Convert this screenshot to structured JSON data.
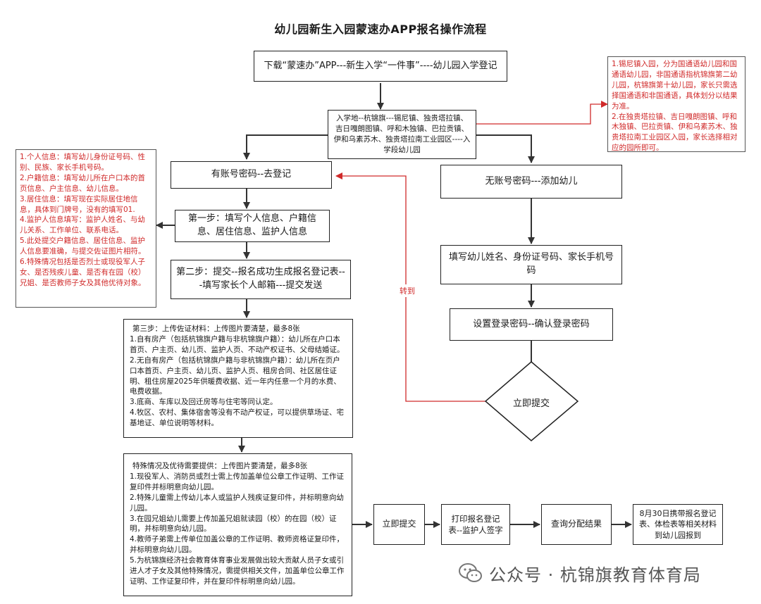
{
  "title": "幼儿园新生入园蒙速办APP报名操作流程",
  "nodes": {
    "download": "下载“蒙速办”APP---新生入学“一件事”----幼儿园入学登记",
    "enrollment_area": "入学地--杭锦旗---锡尼镇、独贵塔拉镇、吉日嘎朗图镇、呼和木独镇、巴拉贡镇、伊和乌素苏木、独贵塔拉南工业园区----入学段幼儿园",
    "has_account": "有账号密码--去登记",
    "no_account": "无账号密码---添加幼儿",
    "step1": "第一步：填写个人信息、户籍信息、居住信息、监护人信息",
    "step2": "第二步：提交--报名成功生成报名登记表---填写家长个人邮箱---提交发送",
    "fill_child": "填写幼儿姓名、身份证号码、家长手机号码",
    "set_password": "设置登录密码--确认登录密码",
    "submit_now_diamond": "立即提交",
    "submit_now": "立即提交",
    "print_form": "打印报名登记表--监护人签字",
    "check_result": "查询分配结果",
    "report": "8月30日携带报名登记表、体检表等相关材料到幼儿园报到"
  },
  "step3": {
    "heading": "第三步：上传佐证材料：上传图片要清楚，最多8张",
    "items": [
      "1.自有房产（包括杭锦旗户籍与非杭锦旗户籍）：幼儿所在户口本首页、户主页、幼儿页、监护人页、不动产权证书、父母结婚证。",
      "2.无自有房产（包括杭锦旗户籍与非杭锦旗户籍）：幼儿所在页户口本首页、户主页、幼儿页、监护人页、租房合同、社区居住证明、租住房屋2025年供暖费收据、近一年内任意一个月的水费、电费收据。",
      "3.底商、车库以及回迁房等与住宅等同认定。",
      "4.牧区、农村、集体宿舍等没有不动产权证，可以提供草场证、宅基地证、单位说明等材料。"
    ]
  },
  "special": {
    "heading": "特殊情况及优待需要提供：上传图片要清楚，最多8张",
    "items": [
      "1.现役军人、消防员或烈士需上传加盖单位公章工作证明、工作证复印件并标明意向幼儿园。",
      "2.特殊儿童需上传幼儿本人或监护人残疾证复印件，并标明意向幼儿园。",
      "3.在园兄姐幼儿需要上传加盖兄姐就读园（校）的在园（校）证明，并标明意向幼儿园。",
      "4.教师子弟需上传单位加盖公章的工作证明、教师资格证复印件，并标明意向幼儿园。",
      "5.为杭锦旗经济社会教育体育事业发展做出较大贡献人员子女或引进人才子女及其他特殊情况，需提供相关文件，加盖单位公章工作证明、工作证复印件，并在复印件标明意向幼儿园。"
    ]
  },
  "notes": {
    "left": [
      "1.个人信息：填写幼儿身份证号码、性别、民族、家长手机号码。",
      "2.户籍信息：填写幼儿所在户口本的首页信息、户主信息、幼儿信息。",
      "3.居住信息：填写现在实际居住地信息，具体到门牌号，没有的填写01.",
      "4.监护人信息填写：监护人姓名、与幼儿关系、工作单位、联系电话。",
      "5.此处提交户籍信息、居住信息、监护人信息要准确，与提交佐证图片相符。",
      "6.特殊情况包括是否烈士或现役军人子女、是否残疾儿童、是否有在园（校）兄姐、是否教师子女及其他优待对象。"
    ],
    "right": [
      "1.锡尼镇入园，分为国通语幼儿园和国通语幼儿园，非国通语指杭锦旗第二幼儿园，杭锦旗第十幼儿园，家长只需选择国通语和非国通语，具体划分以结果为准。",
      "2.在独贵塔拉镇、吉日嘎朗图镇、呼和木独镇、巴拉贡镇、伊和乌素苏木、独贵塔拉南工业园区入园，家长选择相对应的园所即可。"
    ]
  },
  "redirect_label": "转到",
  "watermark": "公众号 · 杭锦旗教育体育局",
  "colors": {
    "accent_red": "#d02a2a",
    "line": "#333333",
    "wechat_green": "#777777"
  }
}
